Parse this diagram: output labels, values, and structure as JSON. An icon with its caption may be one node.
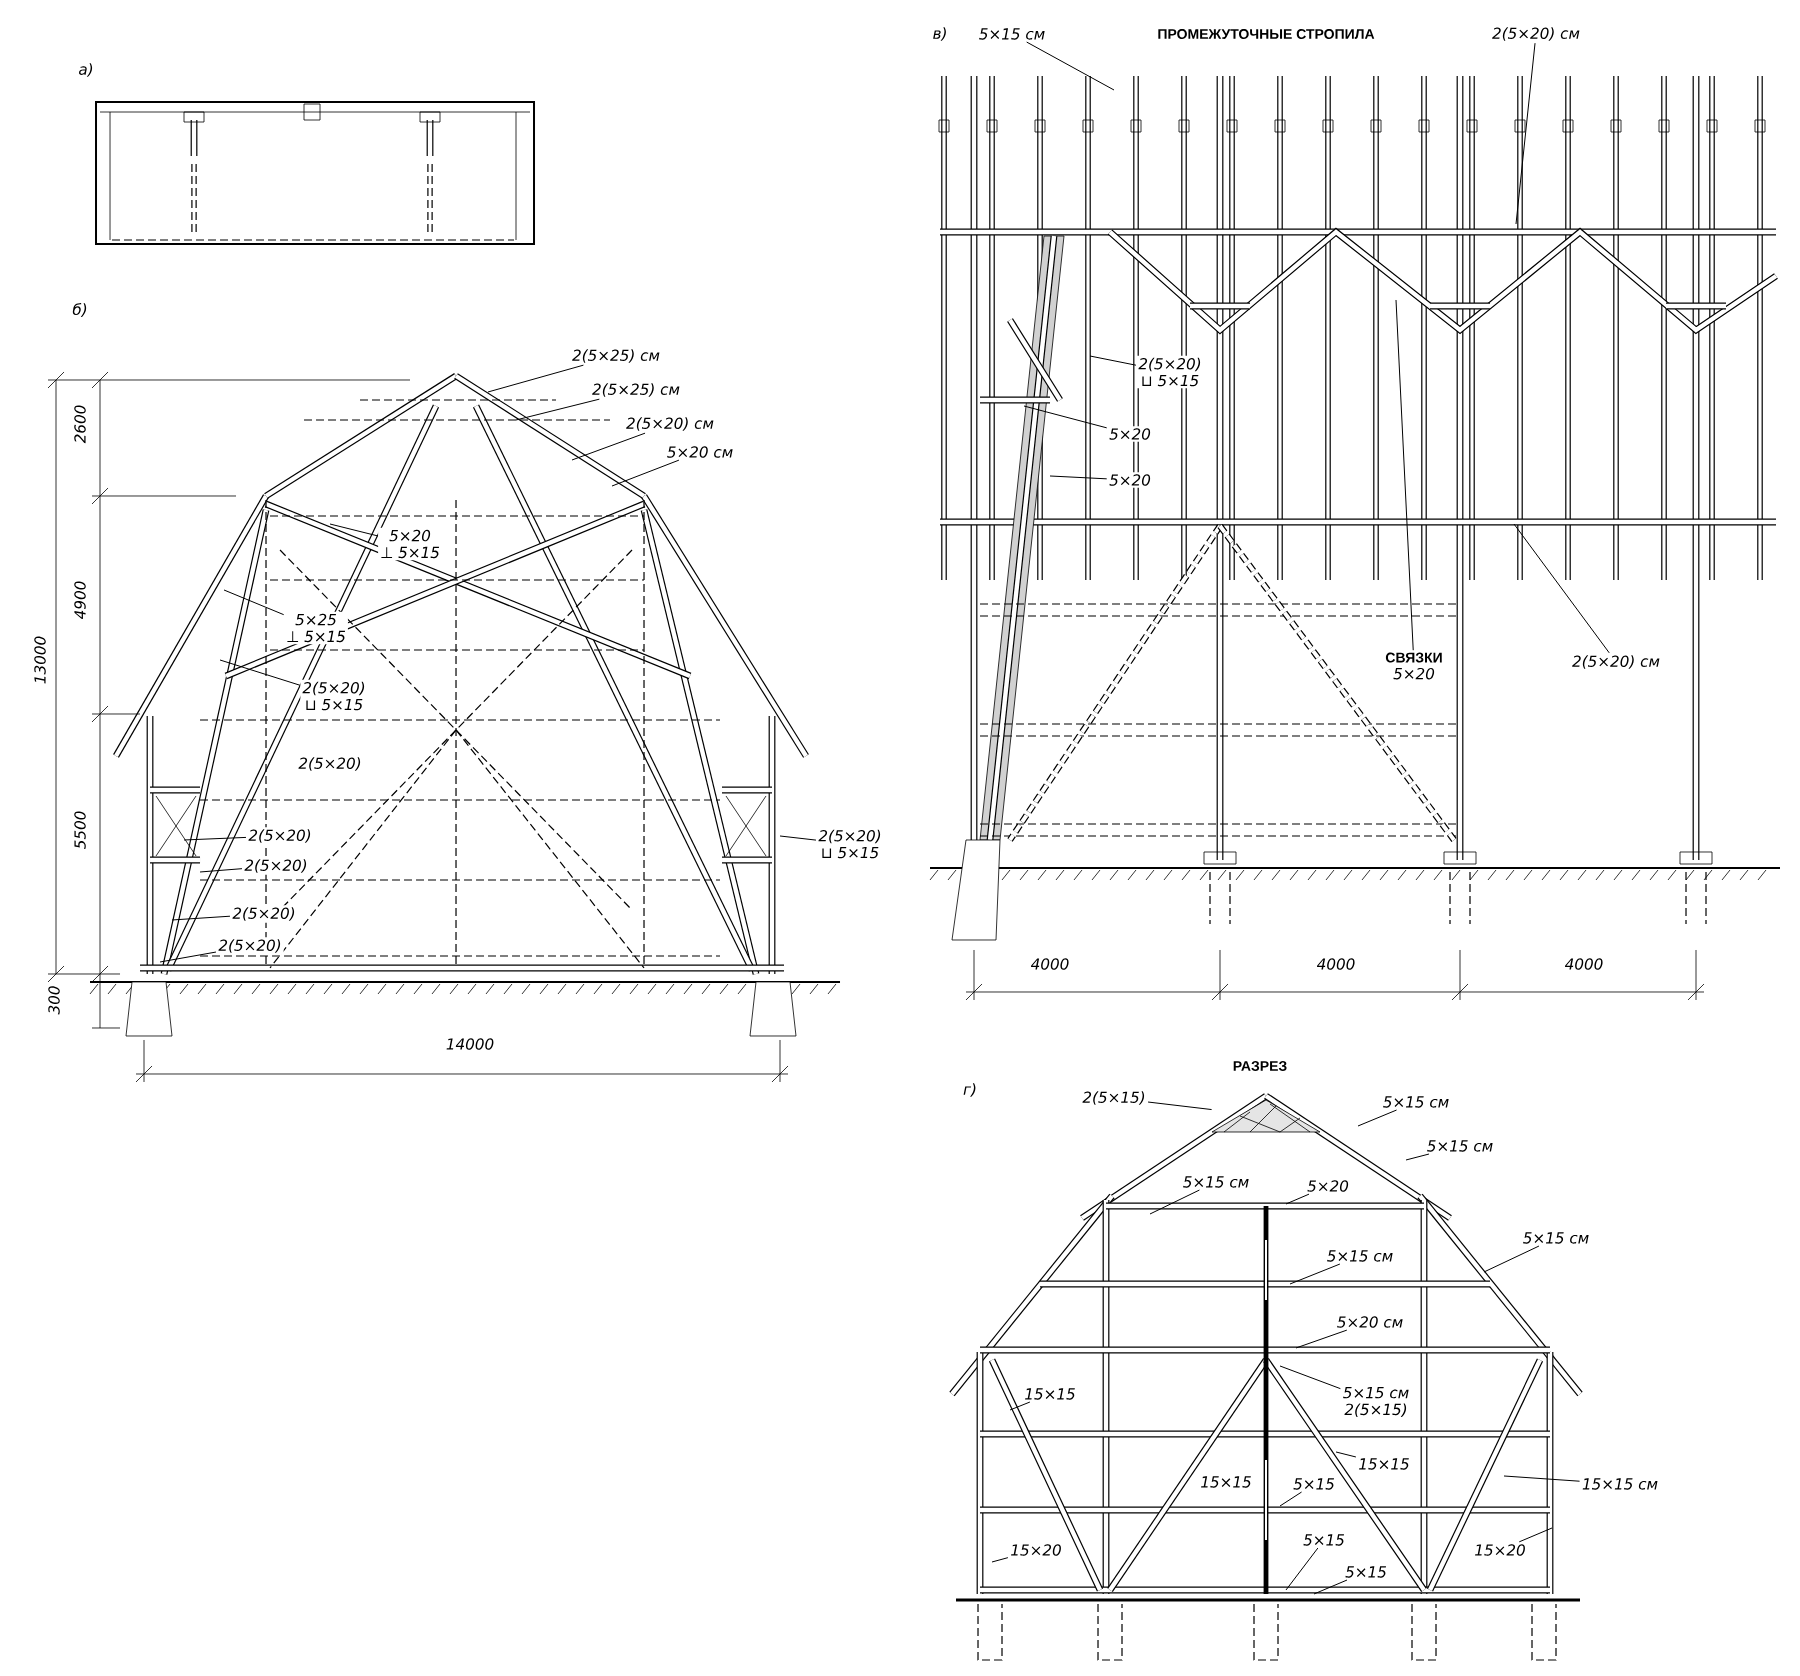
{
  "diagram": {
    "nodes": [
      {
        "text": [
          "2(5×25) см"
        ]
      },
      {
        "text": [
          "2(5×25) см"
        ]
      },
      {
        "text": [
          "2(5×20) см"
        ]
      },
      {
        "text": [
          "5×20 см"
        ]
      },
      {
        "text": [
          "5×20",
          "⊥ 5×15"
        ]
      },
      {
        "text": [
          "5×25",
          "⊥ 5×15"
        ]
      },
      {
        "text": [
          "2(5×20)",
          "⊔ 5×15"
        ]
      },
      {
        "text": [
          "2(5×20)"
        ]
      },
      {
        "text": [
          "2(5×20)"
        ]
      },
      {
        "text": [
          "2(5×20)"
        ]
      },
      {
        "text": [
          "2(5×20)"
        ]
      },
      {
        "text": [
          "2(5×20)",
          "⊔ 5×15"
        ]
      },
      {
        "text": [
          "5×15 см"
        ]
      },
      {
        "text": [
          "2(5×20) см"
        ]
      },
      {
        "text": [
          "2(5×20)",
          "⊔ 5×15"
        ]
      },
      {
        "text": [
          "5×20"
        ]
      },
      {
        "text": [
          "5×20"
        ]
      },
      {
        "text": [
          "СВЯЗКИ",
          "5×20"
        ]
      },
      {
        "text": [
          "2(5×20) см"
        ]
      },
      {
        "text": [
          "2(5×15)"
        ]
      },
      {
        "text": [
          "5×15 см"
        ]
      },
      {
        "text": [
          "5×15 см"
        ]
      },
      {
        "text": [
          "5×15 см"
        ]
      },
      {
        "text": [
          "5×20"
        ]
      },
      {
        "text": [
          "5×15 см"
        ]
      },
      {
        "text": [
          "5×15 см"
        ]
      },
      {
        "text": [
          "5×20 см"
        ]
      },
      {
        "text": [
          "5×15 см",
          "2(5×15)"
        ]
      },
      {
        "text": [
          "15×15"
        ]
      },
      {
        "text": [
          "15×15"
        ]
      },
      {
        "text": [
          "5×15"
        ]
      },
      {
        "text": [
          "15×15 см"
        ]
      },
      {
        "text": [
          "15×20"
        ]
      },
      {
        "text": [
          "15×20"
        ]
      },
      {
        "text": [
          "5×15"
        ]
      },
      {
        "text": [
          "5×15"
        ]
      },
      {
        "text": [],
        "shape": "triangle"
      }
    ],
    "edges": [
      {
        "from": 0,
        "to": null,
        "arrow": "none"
      },
      {
        "from": 1,
        "to": null,
        "arrow": "none"
      },
      {
        "from": 2,
        "to": null,
        "arrow": "none"
      },
      {
        "from": 3,
        "to": null,
        "arrow": "none"
      },
      {
        "from": 4,
        "to": null,
        "arrow": "none"
      },
      {
        "from": 5,
        "to": null,
        "arrow": "none"
      },
      {
        "from": 6,
        "to": null,
        "arrow": "none"
      },
      {
        "from": 7,
        "to": null,
        "arrow": "none"
      },
      {
        "from": 8,
        "to": null,
        "arrow": "none"
      },
      {
        "from": 9,
        "to": null,
        "arrow": "none"
      },
      {
        "from": 10,
        "to": null,
        "arrow": "none"
      },
      {
        "from": 11,
        "to": null,
        "arrow": "none"
      },
      {
        "from": 12,
        "to": null,
        "arrow": "none"
      },
      {
        "from": 13,
        "to": null,
        "arrow": "none"
      },
      {
        "from": 14,
        "to": null,
        "arrow": "none"
      },
      {
        "from": 15,
        "to": null,
        "arrow": "none"
      },
      {
        "from": 16,
        "to": null,
        "arrow": "none"
      },
      {
        "from": 17,
        "to": null,
        "arrow": "none"
      },
      {
        "from": 18,
        "to": null,
        "arrow": "none"
      },
      {
        "from": 19,
        "to": 36,
        "arrow": "none"
      },
      {
        "from": 20,
        "to": null,
        "arrow": "none"
      },
      {
        "from": 21,
        "to": null,
        "arrow": "none"
      },
      {
        "from": 22,
        "to": null,
        "arrow": "none"
      },
      {
        "from": 23,
        "to": null,
        "arrow": "none"
      },
      {
        "from": 24,
        "to": null,
        "arrow": "none"
      },
      {
        "from": 25,
        "to": null,
        "arrow": "none"
      },
      {
        "from": 26,
        "to": null,
        "arrow": "none"
      },
      {
        "from": 27,
        "to": null,
        "arrow": "none"
      },
      {
        "from": 28,
        "to": null,
        "arrow": "none"
      },
      {
        "from": 29,
        "to": null,
        "arrow": "none"
      },
      {
        "from": 30,
        "to": null,
        "arrow": "none"
      },
      {
        "from": 31,
        "to": null,
        "arrow": "none"
      },
      {
        "from": 32,
        "to": null,
        "arrow": "none"
      },
      {
        "from": 33,
        "to": null,
        "arrow": "none"
      },
      {
        "from": 34,
        "to": null,
        "arrow": "none"
      },
      {
        "from": 35,
        "to": null,
        "arrow": "none"
      }
    ],
    "labels": [
      "а)",
      "б)",
      "2600",
      "4900",
      "13000",
      "5500",
      "300",
      "2(5×20)",
      "14000",
      "в)",
      "ПРОМЕЖУТОЧНЫЕ СТРОПИЛА",
      "4000",
      "4000",
      "4000",
      "РАЗРЕЗ",
      "г)",
      "15×15"
    ]
  }
}
